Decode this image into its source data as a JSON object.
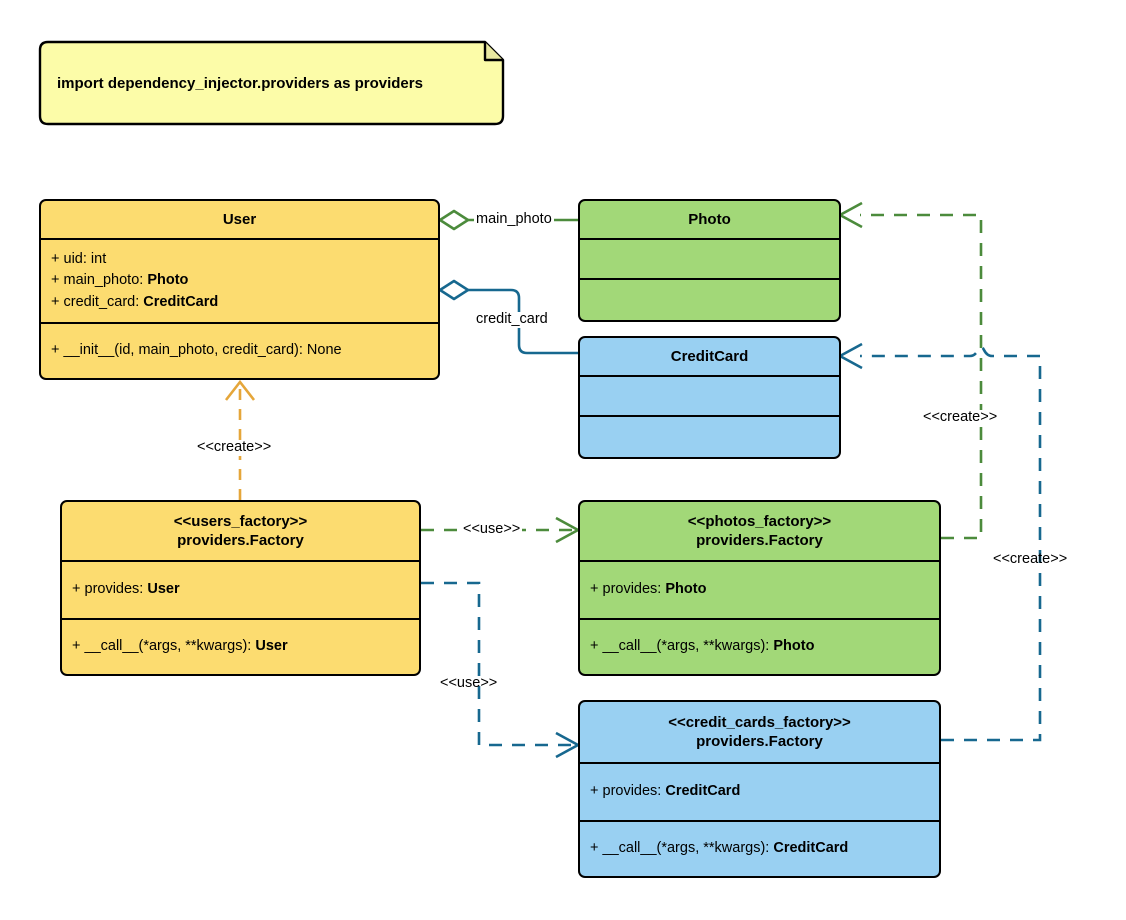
{
  "diagram": {
    "title": "Dependency Injector providers UML class diagram",
    "type": "uml-class-diagram",
    "colors": {
      "yellow_fill": "#FCDC70",
      "green_fill": "#A2D878",
      "blue_fill": "#99D0F2",
      "note_fill": "#FCFCA8",
      "green_line": "#4C8B3C",
      "blue_line": "#17688F",
      "orange_line": "#E5A63A",
      "outline": "#000000",
      "background": "#FFFFFF"
    }
  },
  "note": {
    "text": "import dependency_injector.providers as providers"
  },
  "classes": {
    "user": {
      "name": "User",
      "attributes": [
        {
          "prefix": "+ ",
          "label": "uid: ",
          "type": "int",
          "type_bold": false
        },
        {
          "prefix": "+ ",
          "label": "main_photo: ",
          "type": "Photo",
          "type_bold": true
        },
        {
          "prefix": "+ ",
          "label": "credit_card: ",
          "type": "CreditCard",
          "type_bold": true
        }
      ],
      "methods": [
        {
          "prefix": "+ ",
          "label": "__init__(id, main_photo, credit_card): ",
          "type": "None",
          "type_bold": false
        }
      ]
    },
    "photo": {
      "name": "Photo",
      "attributes": [],
      "methods": []
    },
    "credit_card": {
      "name": "CreditCard",
      "attributes": [],
      "methods": []
    },
    "users_factory": {
      "stereotype": "<<users_factory>>",
      "name": "providers.Factory",
      "attributes": [
        {
          "prefix": "+ ",
          "label": "provides: ",
          "type": "User",
          "type_bold": true
        }
      ],
      "methods": [
        {
          "prefix": "+ ",
          "label": "__call__(*args, **kwargs): ",
          "type": "User",
          "type_bold": true
        }
      ]
    },
    "photos_factory": {
      "stereotype": "<<photos_factory>>",
      "name": "providers.Factory",
      "attributes": [
        {
          "prefix": "+ ",
          "label": "provides: ",
          "type": "Photo",
          "type_bold": true
        }
      ],
      "methods": [
        {
          "prefix": "+ ",
          "label": "__call__(*args, **kwargs): ",
          "type": "Photo",
          "type_bold": true
        }
      ]
    },
    "credit_cards_factory": {
      "stereotype": "<<credit_cards_factory>>",
      "name": "providers.Factory",
      "attributes": [
        {
          "prefix": "+ ",
          "label": "provides: ",
          "type": "CreditCard",
          "type_bold": true
        }
      ],
      "methods": [
        {
          "prefix": "+ ",
          "label": "__call__(*args, **kwargs): ",
          "type": "CreditCard",
          "type_bold": true
        }
      ]
    }
  },
  "relations": {
    "user_photo": {
      "label": "main_photo",
      "kind": "aggregation",
      "color": "#4C8B3C",
      "from": "User",
      "to": "Photo"
    },
    "user_credit_card": {
      "label": "credit_card",
      "kind": "aggregation",
      "color": "#17688F",
      "from": "User",
      "to": "CreditCard"
    },
    "users_factory_create_user": {
      "label": "<<create>>",
      "kind": "dependency",
      "color": "#E5A63A",
      "from": "users_factory",
      "to": "User"
    },
    "users_factory_use_photos": {
      "label": "<<use>>",
      "kind": "dependency",
      "color": "#4C8B3C",
      "from": "users_factory",
      "to": "photos_factory"
    },
    "users_factory_use_credit_cards": {
      "label": "<<use>>",
      "kind": "dependency",
      "color": "#17688F",
      "from": "users_factory",
      "to": "credit_cards_factory"
    },
    "photos_factory_create_photo": {
      "label": "<<create>>",
      "kind": "dependency",
      "color": "#4C8B3C",
      "from": "photos_factory",
      "to": "Photo"
    },
    "credit_cards_factory_create_credit_card": {
      "label": "<<create>>",
      "kind": "dependency",
      "color": "#17688F",
      "from": "credit_cards_factory",
      "to": "CreditCard"
    }
  }
}
